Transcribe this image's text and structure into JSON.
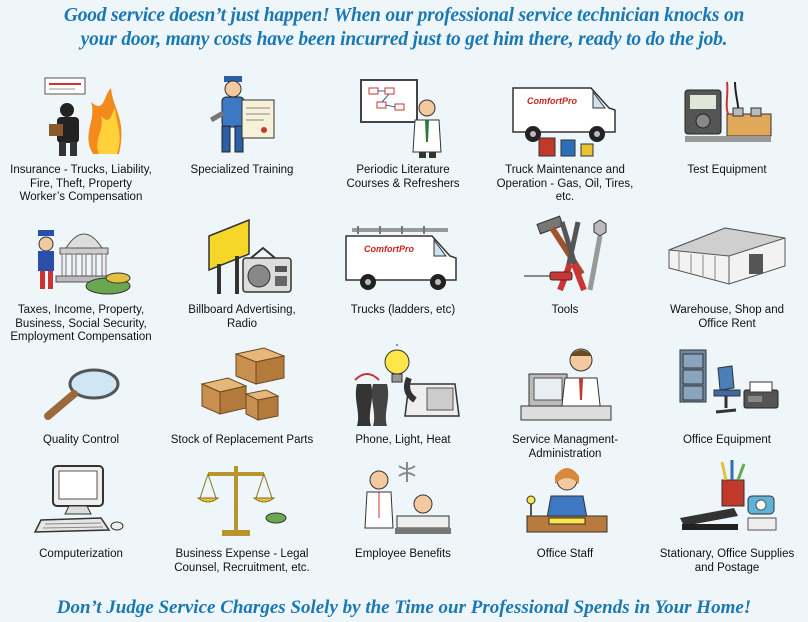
{
  "header": {
    "line1": "Good service doesn’t just happen! When our professional service technician knocks on",
    "line2": "your door, many costs have been incurred just to get him there, ready to do the job."
  },
  "footer": {
    "text": "Don’t Judge Service Charges Solely by the Time our Professional Spends in Your Home!"
  },
  "truck_brand": "ComfortPro",
  "items": [
    {
      "label": "Insurance - Trucks, Liability,\nFire, Theft, Property\nWorker’s Compensation",
      "icon": "insurance-icon"
    },
    {
      "label": "Specialized Training",
      "icon": "training-icon"
    },
    {
      "label": "Periodic Literature\nCourses & Refreshers",
      "icon": "literature-icon"
    },
    {
      "label": "Truck Maintenance and\nOperation - Gas, Oil, Tires, etc.",
      "icon": "truck-maintenance-icon"
    },
    {
      "label": "Test Equipment",
      "icon": "test-equipment-icon"
    },
    {
      "label": "Taxes, Income, Property,\nBusiness, Social Security,\nEmployment Compensation",
      "icon": "taxes-icon"
    },
    {
      "label": "Billboard Advertising,\nRadio",
      "icon": "billboard-radio-icon"
    },
    {
      "label": "Trucks (ladders, etc)",
      "icon": "truck-ladders-icon"
    },
    {
      "label": "Tools",
      "icon": "tools-icon"
    },
    {
      "label": "Warehouse, Shop and\nOffice Rent",
      "icon": "warehouse-icon"
    },
    {
      "label": "Quality Control",
      "icon": "magnifier-icon"
    },
    {
      "label": "Stock of Replacement Parts",
      "icon": "boxes-icon"
    },
    {
      "label": "Phone, Light, Heat",
      "icon": "phone-light-heat-icon"
    },
    {
      "label": "Service Managment-\nAdministration",
      "icon": "manager-icon"
    },
    {
      "label": "Office Equipment",
      "icon": "office-equipment-icon"
    },
    {
      "label": "Computerization",
      "icon": "computer-icon"
    },
    {
      "label": "Business Expense - Legal\nCounsel, Recruitment, etc.",
      "icon": "scales-icon"
    },
    {
      "label": "Employee Benefits",
      "icon": "benefits-icon"
    },
    {
      "label": "Office Staff",
      "icon": "receptionist-icon"
    },
    {
      "label": "Stationary, Office Supplies\nand Postage",
      "icon": "stationery-icon"
    }
  ]
}
